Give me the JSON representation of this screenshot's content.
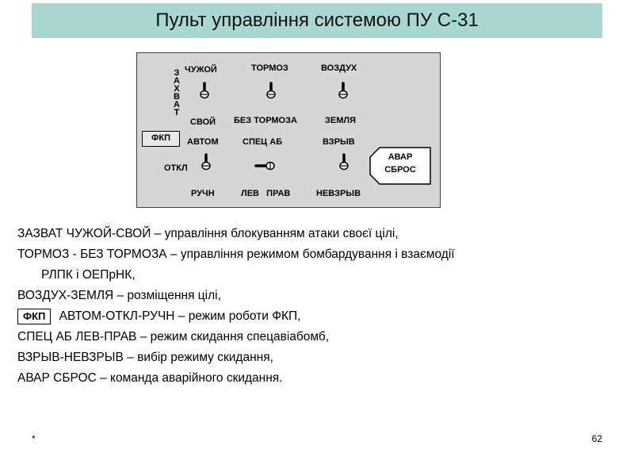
{
  "slide": {
    "title": "Пульт управління системою ПУ С-31",
    "footer_left": "*",
    "page_number": "62"
  },
  "panel": {
    "vertical_label": [
      "З",
      "А",
      "Х",
      "В",
      "А",
      "Т"
    ],
    "labels": {
      "chuzhoy": "ЧУЖОЙ",
      "tormoz": "ТОРМОЗ",
      "vozduh": "ВОЗДУХ",
      "svoy": "СВОЙ",
      "bez_tormoza": "БЕЗ ТОРМОЗА",
      "zemlya": "ЗЕМЛЯ",
      "fkp": "ФКП",
      "avtom": "АВТОМ",
      "spets_ab": "СПЕЦ  АБ",
      "vzryv": "ВЗРЫВ",
      "otkl": "ОТКЛ",
      "ruchn": "РУЧН",
      "lev_prav": "ЛЕВ   ПРАВ",
      "nevzryv": "НЕВЗРЫВ",
      "avar": "АВАР",
      "sbros": "СБРОС"
    }
  },
  "descriptions": [
    {
      "text": "ЗАЗВАТ ЧУЖОЙ-СВОЙ – управління блокуванням атаки своєї цілі,"
    },
    {
      "text": "ТОРМОЗ - БЕЗ ТОРМОЗА – управління режимом бомбардування і взаємодії"
    },
    {
      "text": "РЛПК і ОЕПрНК,"
    },
    {
      "text": "ВОЗДУХ-ЗЕМЛЯ – розміщення цілі,"
    },
    {
      "badge": "ФКП",
      "text": " АВТОМ-ОТКЛ-РУЧН – режим роботи ФКП,"
    },
    {
      "text": "СПЕЦ АБ ЛЕВ-ПРАВ – режим скидання спецавіабомб,"
    },
    {
      "text": "ВЗРЫВ-НЕВЗРЫВ – вибір режиму скидання,"
    },
    {
      "text": "АВАР СБРОС – команда аварійного скидання."
    }
  ]
}
